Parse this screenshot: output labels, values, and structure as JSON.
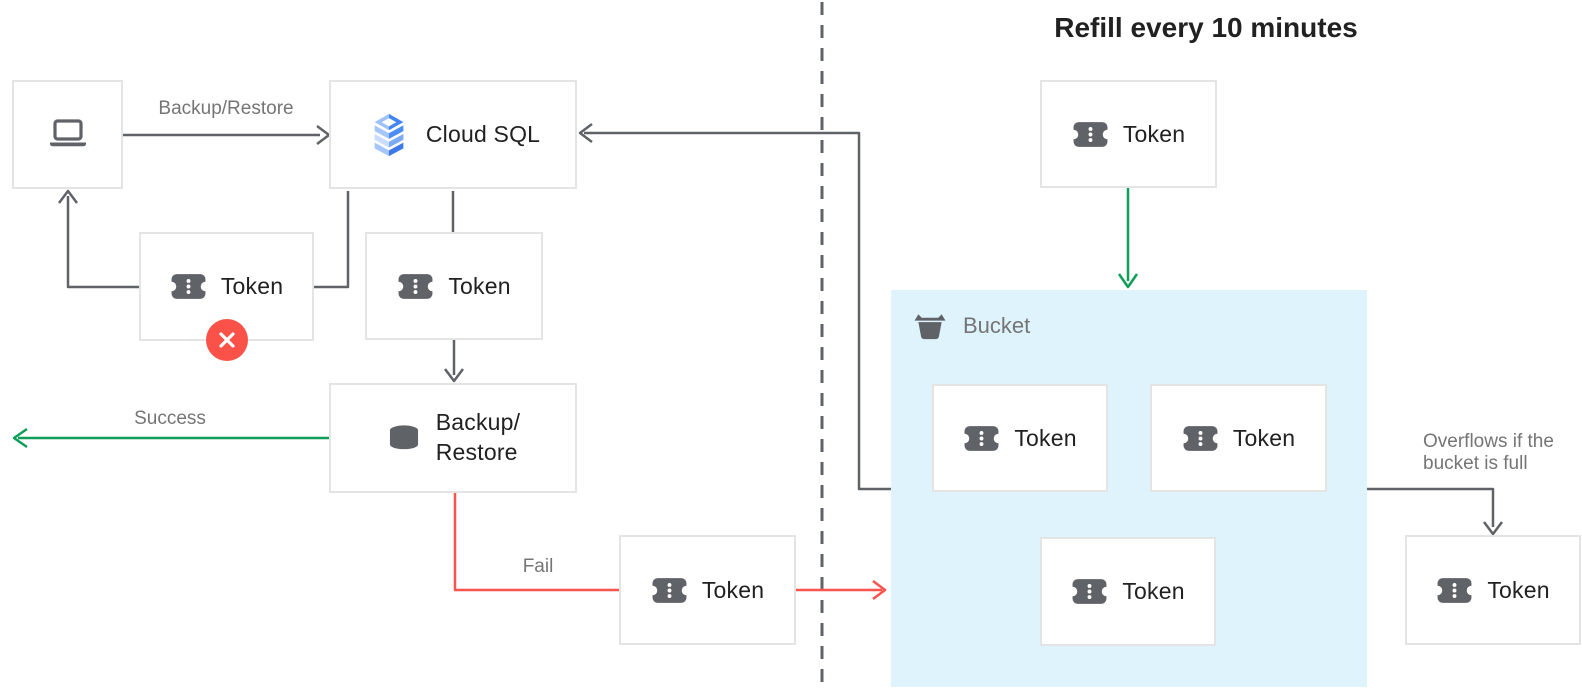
{
  "title": "Refill every 10 minutes",
  "nodes": {
    "client": {
      "label": ""
    },
    "cloud_sql": {
      "label": "Cloud SQL"
    },
    "token_rejected": {
      "label": "Token"
    },
    "token_request": {
      "label": "Token"
    },
    "backup_restore": {
      "label": "Backup/\nRestore"
    },
    "token_fail": {
      "label": "Token"
    },
    "token_refill": {
      "label": "Token"
    },
    "bucket": {
      "label": "Bucket",
      "token_1": "Token",
      "token_2": "Token",
      "token_3": "Token"
    },
    "token_overflow": {
      "label": "Token"
    }
  },
  "edges": {
    "backup_restore_label": "Backup/Restore",
    "success_label": "Success",
    "fail_label": "Fail",
    "overflow_label": "Overflows if the\nbucket is full"
  },
  "icons": {
    "client": "laptop-icon",
    "cloud_sql": "cloud-sql-icon",
    "token": "ticket-icon",
    "backup_restore": "database-icon",
    "bucket": "bucket-icon",
    "rejected": "close-icon"
  },
  "colors": {
    "success_green": "#0F9D58",
    "fail_red": "#FA544C",
    "bucket_background": "#DFF3FC",
    "line_gray": "#5F6368",
    "text_dark": "#212121",
    "text_gray": "#757575"
  }
}
